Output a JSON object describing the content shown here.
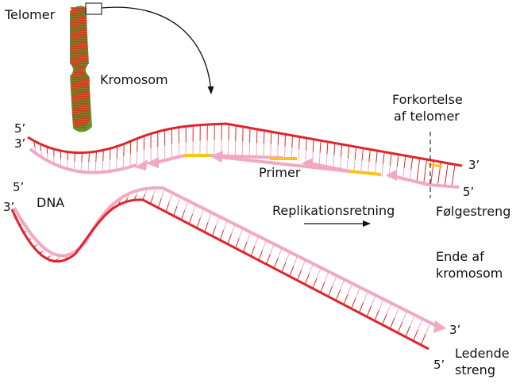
{
  "labels": {
    "telomer": "Telomer",
    "kromosom": "Kromosom",
    "forkortelse_line1": "Forkortelse",
    "forkortelse_line2": "af telomer",
    "primer": "Primer",
    "dna": "DNA",
    "replikationsretning": "Replikationsretning",
    "folgestreng": "Følgestreng",
    "ende_line1": "Ende af",
    "ende_line2": "kromosom",
    "ledende_line1": "Ledende",
    "ledende_line2": "streng"
  },
  "strand_ends": {
    "top_left_5": "5’",
    "top_left_3": "3’",
    "top_right_3": "3’",
    "top_right_5": "5’",
    "bottom_left_5": "5’",
    "bottom_left_3": "3’",
    "bottom_right_3": "3’",
    "bottom_right_5": "5’"
  },
  "colors": {
    "template_strand": "#e0242a",
    "new_strand": "#f2a7c3",
    "primer": "#f5c518",
    "chromosome_band": "#d63a1e",
    "chromosome_edge": "#5a9a2a"
  }
}
